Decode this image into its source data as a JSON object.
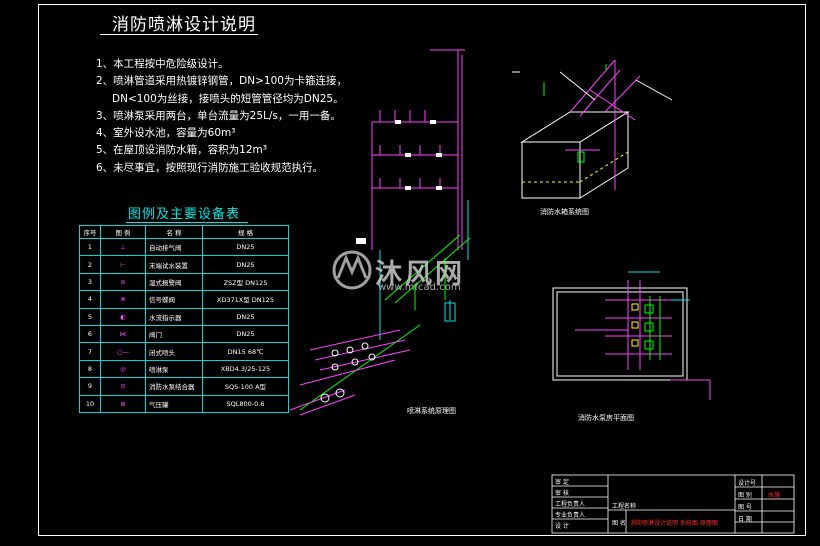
{
  "title": "消防喷淋设计说明",
  "notes": [
    "1、本工程按中危险级设计。",
    "2、喷淋管道采用热镀锌钢管，DN>100为卡箍连接，",
    "DN<100为丝接，接喷头的短管管径均为DN25。",
    "3、喷淋泵采用两台，单台流量为25L/s，一用一备。",
    "4、室外设水池，容量为60m³",
    "5、在屋顶设消防水箱，容积为12m³",
    "6、未尽事宜，按照现行消防施工验收规范执行。"
  ],
  "legend_title": "图例及主要设备表",
  "legend_headers": [
    "序号",
    "图 例",
    "名 称",
    "规 格"
  ],
  "legend_rows": [
    {
      "no": "1",
      "sym": "⊥",
      "name": "自动排气阀",
      "spec": "DN25"
    },
    {
      "no": "2",
      "sym": "⊢",
      "name": "末端试水装置",
      "spec": "DN25"
    },
    {
      "no": "3",
      "sym": "⊘",
      "name": "湿式报警阀",
      "spec": "ZSZ型 DN125"
    },
    {
      "no": "4",
      "sym": "⊗",
      "name": "信号蝶阀",
      "spec": "XD371X型 DN125"
    },
    {
      "no": "5",
      "sym": "◐",
      "name": "水流指示器",
      "spec": "DN25"
    },
    {
      "no": "6",
      "sym": "⋈",
      "name": "阀门",
      "spec": "DN25"
    },
    {
      "no": "7",
      "sym": "○—",
      "name": "闭式喷头",
      "spec": "DN15 68℃"
    },
    {
      "no": "8",
      "sym": "◎",
      "name": "喷淋泵",
      "spec": "XBD4.3/25-125"
    },
    {
      "no": "9",
      "sym": "⊝",
      "name": "消防水泵结合器",
      "spec": "SQS-100 A型"
    },
    {
      "no": "10",
      "sym": "⊕",
      "name": "气压罐",
      "spec": "SQL800-0.6"
    }
  ],
  "labels": {
    "system": "喷淋系统原理图",
    "tank": "消防水箱系统图",
    "pumproom": "消防水泵房平面图"
  },
  "watermark": {
    "brand": "沐风网",
    "url": "www.mfcad.com"
  },
  "titleblock": {
    "project_label": "工程名称",
    "drawing_label": "图 名",
    "drawing_name": "消防喷淋设计说明 系统图 原理图",
    "row_labels": [
      "审 定",
      "审 核",
      "工程负责人",
      "专业负责人",
      "设 计"
    ],
    "right_labels": [
      "设计号",
      "图 别",
      "图 号",
      "日 期"
    ],
    "right_values": [
      "",
      "水施",
      "",
      ""
    ]
  },
  "colors": {
    "magenta": "#ff40ff",
    "green": "#00ff00",
    "cyan": "#00e5e5",
    "white": "#ffffff",
    "yellow": "#ffff00"
  }
}
